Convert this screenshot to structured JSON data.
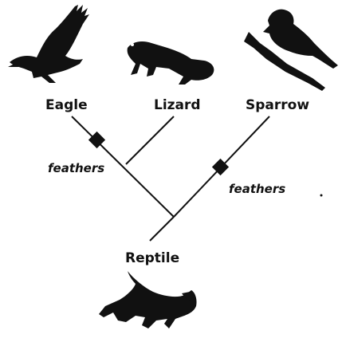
{
  "taxa": {
    "eagle": "Eagle",
    "lizard": "Lizard",
    "sparrow": "Sparrow",
    "reptile": "Reptile"
  },
  "traits": {
    "left": "feathers",
    "right": "feathers"
  },
  "icons": {
    "eagle": "eagle-silhouette",
    "lizard": "lizard-silhouette",
    "sparrow": "sparrow-silhouette",
    "reptile": "crocodile-silhouette"
  },
  "colors": {
    "ink": "#111111",
    "background": "#ffffff"
  }
}
